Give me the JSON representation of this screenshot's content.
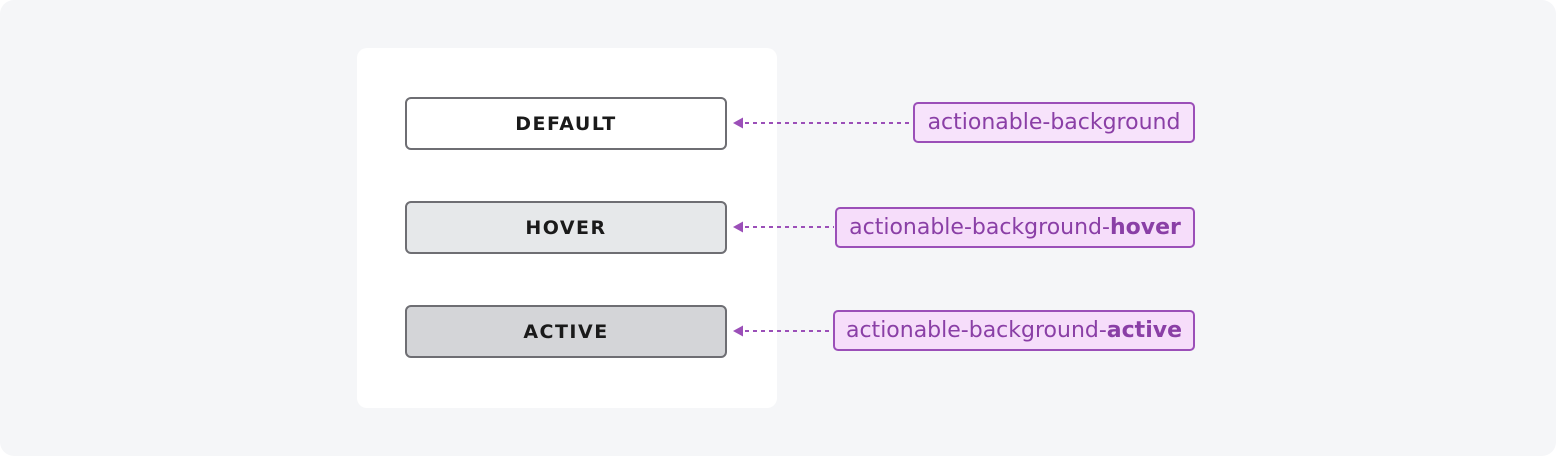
{
  "colors": {
    "canvas_bg": "#f5f6f8",
    "card_bg": "#ffffff",
    "accent": "#9b4fb8",
    "accent_text": "#8a3fa6"
  },
  "states": [
    {
      "button_label": "DEFAULT",
      "button_bg": "#ffffff",
      "token_prefix": "actionable-background",
      "token_suffix": "",
      "token_bg": "#f7e3fb"
    },
    {
      "button_label": "HOVER",
      "button_bg": "#e6e8ea",
      "token_prefix": "actionable-background-",
      "token_suffix": "hover",
      "token_bg": "#f6ddfa"
    },
    {
      "button_label": "ACTIVE",
      "button_bg": "#d4d5d8",
      "token_prefix": "actionable-background-",
      "token_suffix": "active",
      "token_bg": "#f6ddfa"
    }
  ],
  "connector_style": "dashed-arrow"
}
